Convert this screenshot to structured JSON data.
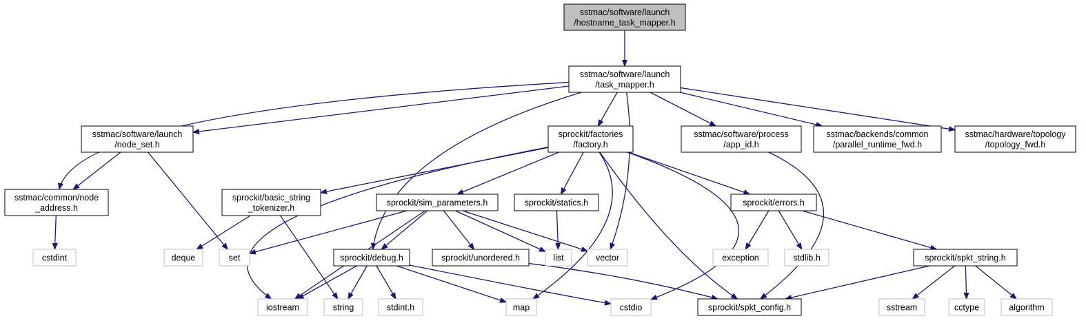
{
  "colors": {
    "edge": "#191970",
    "root_fill": "#bfbfbf",
    "node_border": "#000000",
    "external_border": "#bfbfbf",
    "background": "#ffffff"
  },
  "nodes": {
    "hostname_task_mapper": {
      "lines": [
        "sstmac/software/launch",
        "/hostname_task_mapper.h"
      ],
      "kind": "root"
    },
    "task_mapper": {
      "lines": [
        "sstmac/software/launch",
        "/task_mapper.h"
      ],
      "kind": "file"
    },
    "node_set": {
      "lines": [
        "sstmac/software/launch",
        "/node_set.h"
      ],
      "kind": "file"
    },
    "factory": {
      "lines": [
        "sprockit/factories",
        "/factory.h"
      ],
      "kind": "file"
    },
    "app_id": {
      "lines": [
        "sstmac/software/process",
        "/app_id.h"
      ],
      "kind": "file"
    },
    "parallel_runtime_fwd": {
      "lines": [
        "sstmac/backends/common",
        "/parallel_runtime_fwd.h"
      ],
      "kind": "file"
    },
    "topology_fwd": {
      "lines": [
        "sstmac/hardware/topology",
        "/topology_fwd.h"
      ],
      "kind": "file"
    },
    "node_address": {
      "lines": [
        "sstmac/common/node",
        "_address.h"
      ],
      "kind": "file"
    },
    "basic_string_tokenizer": {
      "lines": [
        "sprockit/basic_string",
        "_tokenizer.h"
      ],
      "kind": "file"
    },
    "sim_parameters": {
      "lines": [
        "sprockit/sim_parameters.h"
      ],
      "kind": "file"
    },
    "statics": {
      "lines": [
        "sprockit/statics.h"
      ],
      "kind": "file"
    },
    "errors": {
      "lines": [
        "sprockit/errors.h"
      ],
      "kind": "file"
    },
    "cstdint": {
      "lines": [
        "cstdint"
      ],
      "kind": "external"
    },
    "deque": {
      "lines": [
        "deque"
      ],
      "kind": "external"
    },
    "set": {
      "lines": [
        "set"
      ],
      "kind": "external"
    },
    "debug": {
      "lines": [
        "sprockit/debug.h"
      ],
      "kind": "file"
    },
    "unordered": {
      "lines": [
        "sprockit/unordered.h"
      ],
      "kind": "file"
    },
    "list": {
      "lines": [
        "list"
      ],
      "kind": "external"
    },
    "vector": {
      "lines": [
        "vector"
      ],
      "kind": "external"
    },
    "exception": {
      "lines": [
        "exception"
      ],
      "kind": "external"
    },
    "stdlib": {
      "lines": [
        "stdlib.h"
      ],
      "kind": "external"
    },
    "spkt_string": {
      "lines": [
        "sprockit/spkt_string.h"
      ],
      "kind": "file"
    },
    "iostream": {
      "lines": [
        "iostream"
      ],
      "kind": "external"
    },
    "string": {
      "lines": [
        "string"
      ],
      "kind": "external"
    },
    "stdint": {
      "lines": [
        "stdint.h"
      ],
      "kind": "external"
    },
    "map": {
      "lines": [
        "map"
      ],
      "kind": "external"
    },
    "cstdio": {
      "lines": [
        "cstdio"
      ],
      "kind": "external"
    },
    "spkt_config": {
      "lines": [
        "sprockit/spkt_config.h"
      ],
      "kind": "file"
    },
    "sstream": {
      "lines": [
        "sstream"
      ],
      "kind": "external"
    },
    "cctype": {
      "lines": [
        "cctype"
      ],
      "kind": "external"
    },
    "algorithm": {
      "lines": [
        "algorithm"
      ],
      "kind": "external"
    }
  },
  "edges": [
    [
      "hostname_task_mapper",
      "task_mapper"
    ],
    [
      "task_mapper",
      "node_address"
    ],
    [
      "task_mapper",
      "node_set"
    ],
    [
      "task_mapper",
      "debug"
    ],
    [
      "task_mapper",
      "factory"
    ],
    [
      "task_mapper",
      "vector"
    ],
    [
      "task_mapper",
      "app_id"
    ],
    [
      "task_mapper",
      "parallel_runtime_fwd"
    ],
    [
      "task_mapper",
      "topology_fwd"
    ],
    [
      "node_set",
      "node_address"
    ],
    [
      "node_set",
      "set"
    ],
    [
      "node_address",
      "cstdint"
    ],
    [
      "factory",
      "iostream"
    ],
    [
      "factory",
      "basic_string_tokenizer"
    ],
    [
      "factory",
      "sim_parameters"
    ],
    [
      "factory",
      "statics"
    ],
    [
      "factory",
      "map"
    ],
    [
      "factory",
      "spkt_config"
    ],
    [
      "factory",
      "errors"
    ],
    [
      "factory",
      "cstdio"
    ],
    [
      "app_id",
      "spkt_config"
    ],
    [
      "basic_string_tokenizer",
      "deque"
    ],
    [
      "basic_string_tokenizer",
      "string"
    ],
    [
      "sim_parameters",
      "set"
    ],
    [
      "sim_parameters",
      "iostream"
    ],
    [
      "sim_parameters",
      "debug"
    ],
    [
      "sim_parameters",
      "unordered"
    ],
    [
      "sim_parameters",
      "list"
    ],
    [
      "sim_parameters",
      "vector"
    ],
    [
      "statics",
      "list"
    ],
    [
      "errors",
      "exception"
    ],
    [
      "errors",
      "stdlib"
    ],
    [
      "errors",
      "spkt_string"
    ],
    [
      "debug",
      "iostream"
    ],
    [
      "debug",
      "string"
    ],
    [
      "debug",
      "stdint"
    ],
    [
      "debug",
      "map"
    ],
    [
      "debug",
      "cstdio"
    ],
    [
      "unordered",
      "spkt_config"
    ],
    [
      "spkt_string",
      "spkt_config"
    ],
    [
      "spkt_string",
      "sstream"
    ],
    [
      "spkt_string",
      "cctype"
    ],
    [
      "spkt_string",
      "algorithm"
    ]
  ]
}
